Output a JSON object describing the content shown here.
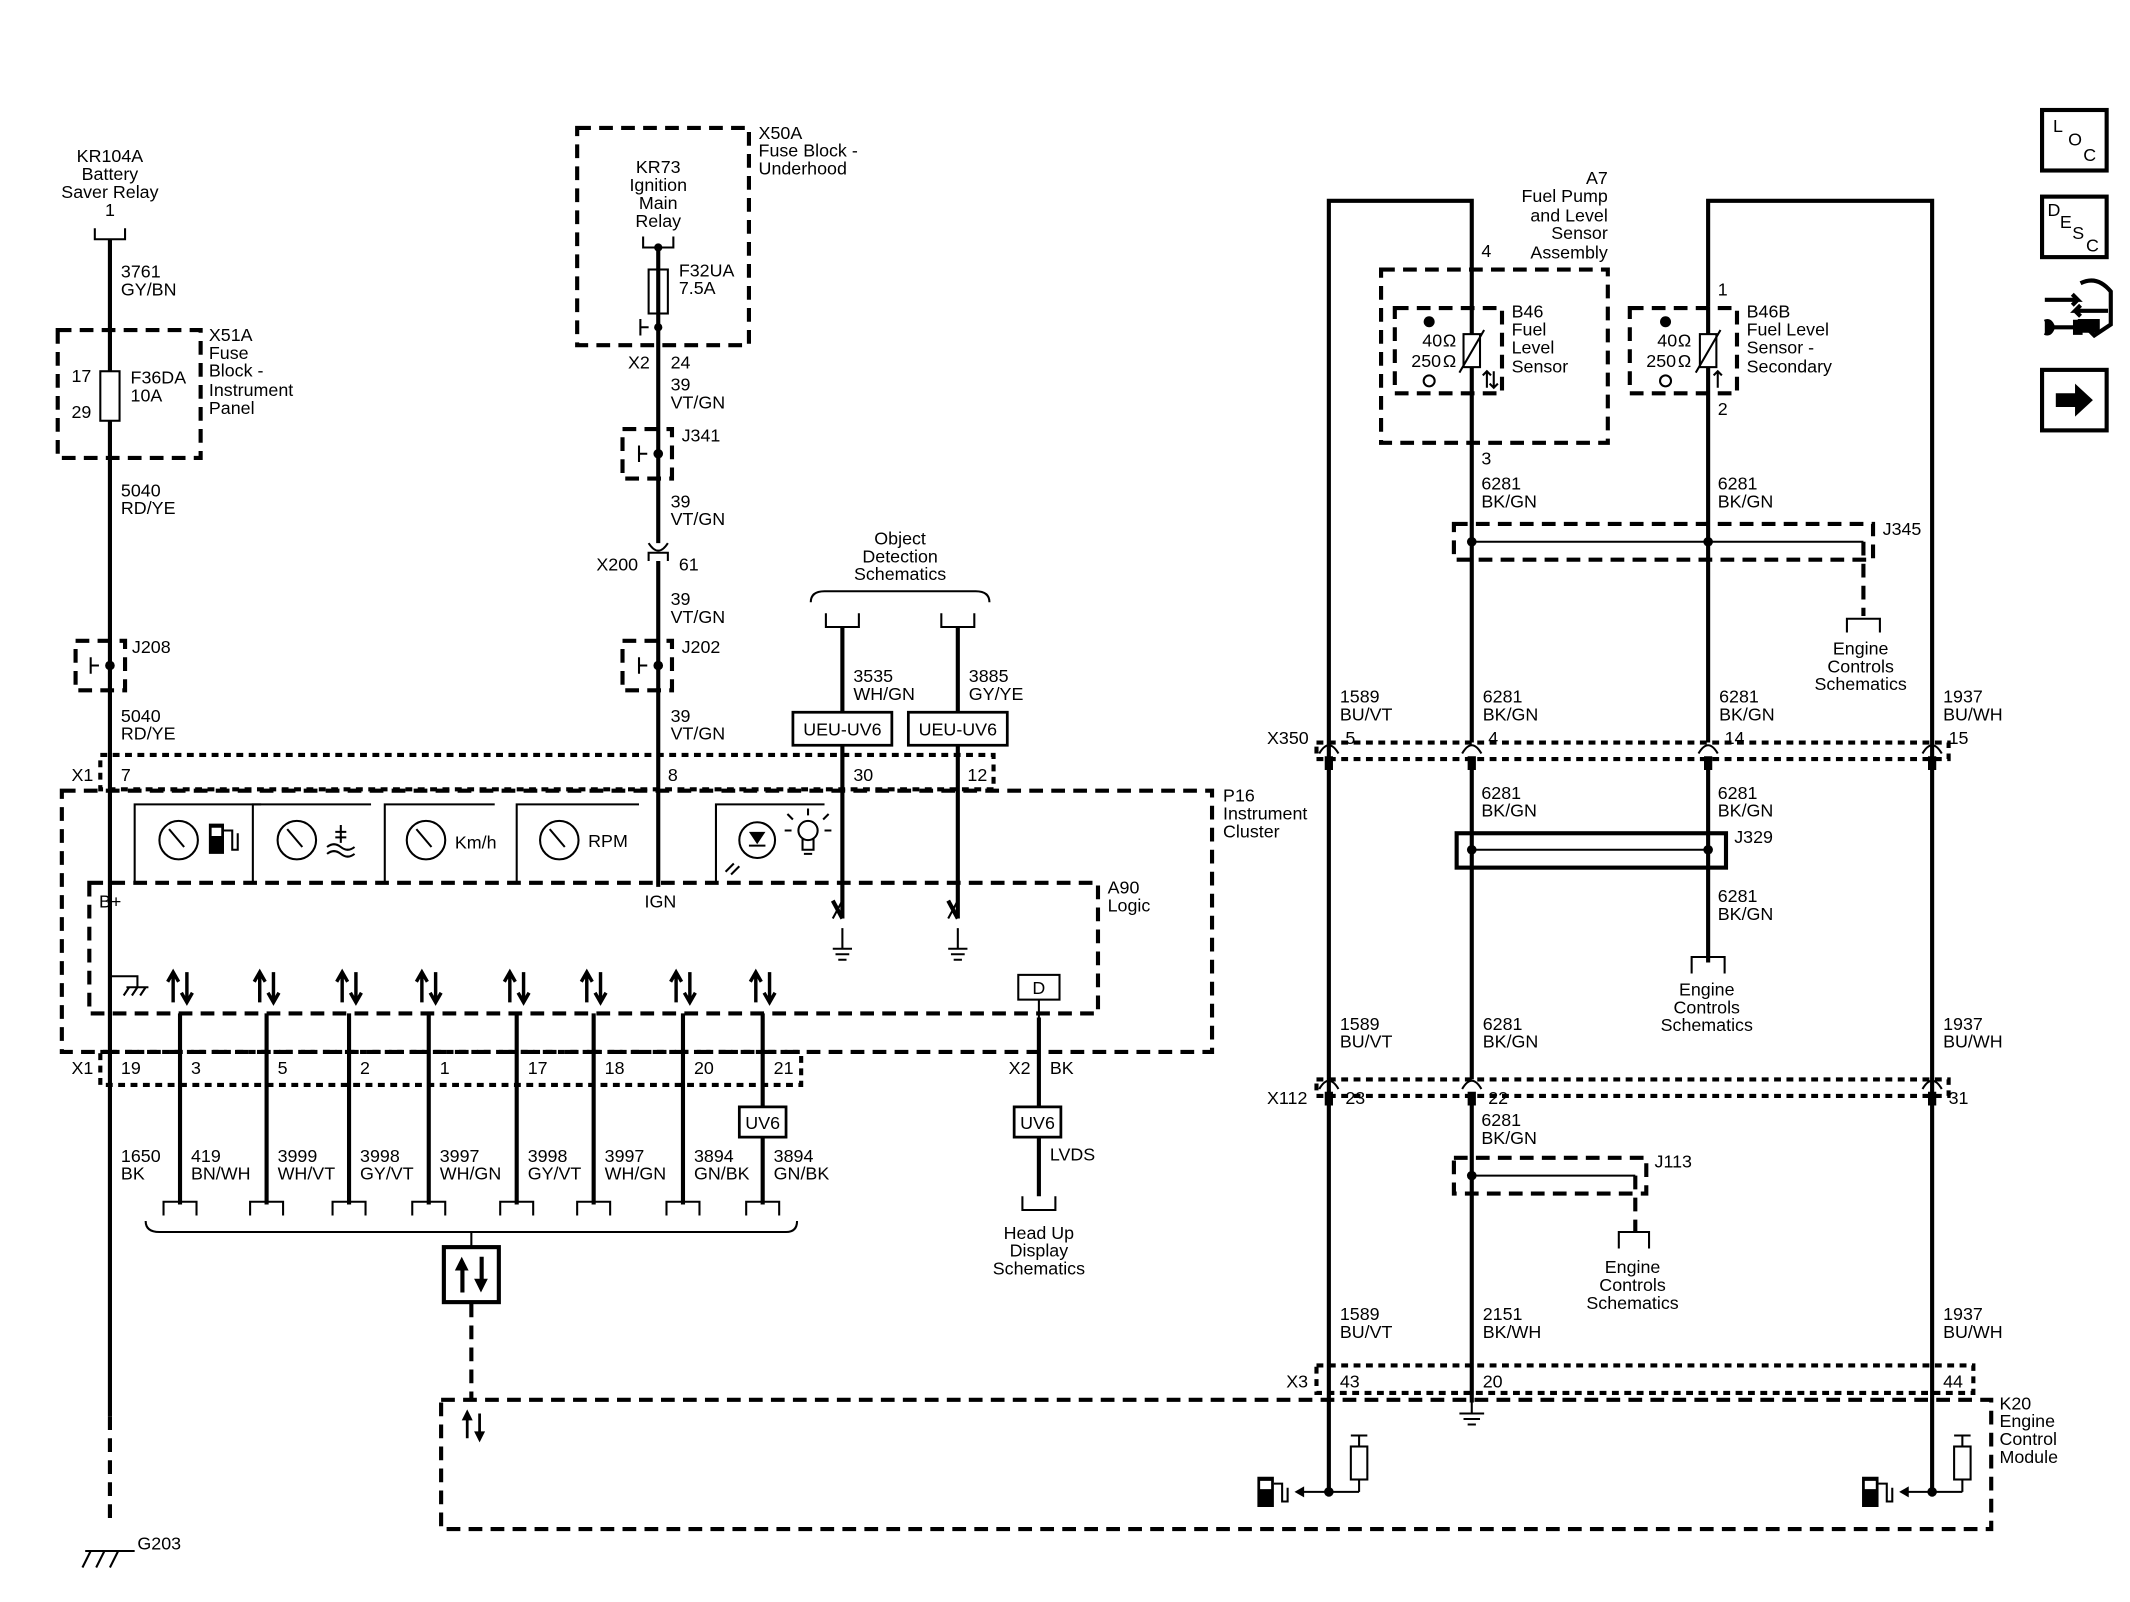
{
  "diagram": {
    "left_group": {
      "relay": [
        "KR104A",
        "Battery",
        "Saver Relay",
        "1"
      ],
      "wire_3761": [
        "3761",
        "GY/BN"
      ],
      "fuse_block": [
        "X51A",
        "Fuse",
        "Block -",
        "Instrument",
        "Panel"
      ],
      "fuse_pins": [
        "17",
        "29"
      ],
      "fuse": [
        "F36DA",
        "10A"
      ],
      "wire_5040a": [
        "5040",
        "RD/YE"
      ],
      "splice": "J208",
      "wire_5040b": [
        "5040",
        "RD/YE"
      ],
      "ground": "G203"
    },
    "ignition_group": {
      "fuse_block": [
        "X50A",
        "Fuse Block -",
        "Underhood"
      ],
      "relay": [
        "KR73",
        "Ignition",
        "Main",
        "Relay"
      ],
      "fuse": [
        "F32UA",
        "7.5A"
      ],
      "connector": "X2",
      "pin": "24",
      "wire_a": [
        "39",
        "VT/GN"
      ],
      "splice_a": "J341",
      "wire_b": [
        "39",
        "VT/GN"
      ],
      "inline_connector": "X200",
      "inline_pin": "61",
      "wire_c": [
        "39",
        "VT/GN"
      ],
      "splice_b": "J202",
      "wire_d": [
        "39",
        "VT/GN"
      ]
    },
    "object_detection": {
      "title": [
        "Object",
        "Detection",
        "Schematics"
      ],
      "wire_left": [
        "3535",
        "WH/GN"
      ],
      "wire_right": [
        "3885",
        "GY/YE"
      ],
      "option_left": "UEU-UV6",
      "option_right": "UEU-UV6"
    },
    "cluster": {
      "connector_x1": "X1",
      "pins_top": [
        "7",
        "8",
        "30",
        "12"
      ],
      "name": [
        "P16",
        "Instrument",
        "Cluster"
      ],
      "logic": [
        "A90",
        "Logic"
      ],
      "bplus": "B+",
      "ign": "IGN",
      "gauge_kmh": "Km/h",
      "gauge_rpm": "RPM",
      "display_box": "D",
      "pins_bottom": [
        "19",
        "3",
        "5",
        "2",
        "1",
        "17",
        "18",
        "20",
        "21"
      ],
      "connector_x1_bottom": "X1",
      "connector_x2": "X2",
      "x2_pin": "BK",
      "uv6_left": "UV6",
      "uv6_right": "UV6",
      "lvds": "LVDS",
      "wire_nums": [
        "1650",
        "419",
        "3999",
        "3998",
        "3997",
        "3998",
        "3997",
        "3894",
        "3894"
      ],
      "wire_colors": [
        "BK",
        "BN/WH",
        "WH/VT",
        "GY/VT",
        "WH/GN",
        "GY/VT",
        "WH/GN",
        "GN/BK",
        "GN/BK"
      ],
      "hud": [
        "Head Up",
        "Display",
        "Schematics"
      ]
    },
    "fuel_assembly": {
      "title": [
        "A7",
        "Fuel Pump",
        "and Level",
        "Sensor",
        "Assembly"
      ],
      "pin4": "4",
      "pin3": "3",
      "b46": [
        "B46",
        "Fuel",
        "Level",
        "Sensor"
      ],
      "b46b": [
        "B46B",
        "Fuel Level",
        "Sensor -",
        "Secondary"
      ],
      "pin1": "1",
      "pin2": "2",
      "ohm40": "40",
      "ohm250": "250",
      "ohm_unit": "Ω"
    },
    "right_wiring": {
      "w6281_a": [
        "6281",
        "BK/GN"
      ],
      "w6281_b": [
        "6281",
        "BK/GN"
      ],
      "j345": "J345",
      "engine_controls": [
        "Engine",
        "Controls",
        "Schematics"
      ],
      "x350": "X350",
      "x350_wires": [
        [
          "1589",
          "BU/VT"
        ],
        [
          "6281",
          "BK/GN"
        ],
        [
          "6281",
          "BK/GN"
        ],
        [
          "1937",
          "BU/WH"
        ]
      ],
      "x350_pins": [
        "5",
        "4",
        "14",
        "15"
      ],
      "j329": "J329",
      "below_x350": [
        [
          "6281",
          "BK/GN"
        ],
        [
          "6281",
          "BK/GN"
        ]
      ],
      "w6281_c": [
        "6281",
        "BK/GN"
      ],
      "x112": "X112",
      "x112_wires": [
        [
          "1589",
          "BU/VT"
        ],
        [
          "6281",
          "BK/GN"
        ],
        [
          "1937",
          "BU/WH"
        ]
      ],
      "x112_pins": [
        "23",
        "22",
        "31"
      ],
      "w6281_d": [
        "6281",
        "BK/GN"
      ],
      "j113": "J113",
      "x3": "X3",
      "x3_wires": [
        [
          "1589",
          "BU/VT"
        ],
        [
          "2151",
          "BK/WH"
        ],
        [
          "1937",
          "BU/WH"
        ]
      ],
      "x3_pins": [
        "43",
        "20",
        "44"
      ],
      "ecm": [
        "K20",
        "Engine",
        "Control",
        "Module"
      ]
    }
  },
  "nav_buttons": [
    {
      "name": "loc",
      "letters": [
        "L",
        "O",
        "C"
      ]
    },
    {
      "name": "desc",
      "letters": [
        "D",
        "E",
        "S",
        "C"
      ]
    },
    {
      "name": "connector-icon"
    },
    {
      "name": "next-arrow-icon"
    }
  ]
}
